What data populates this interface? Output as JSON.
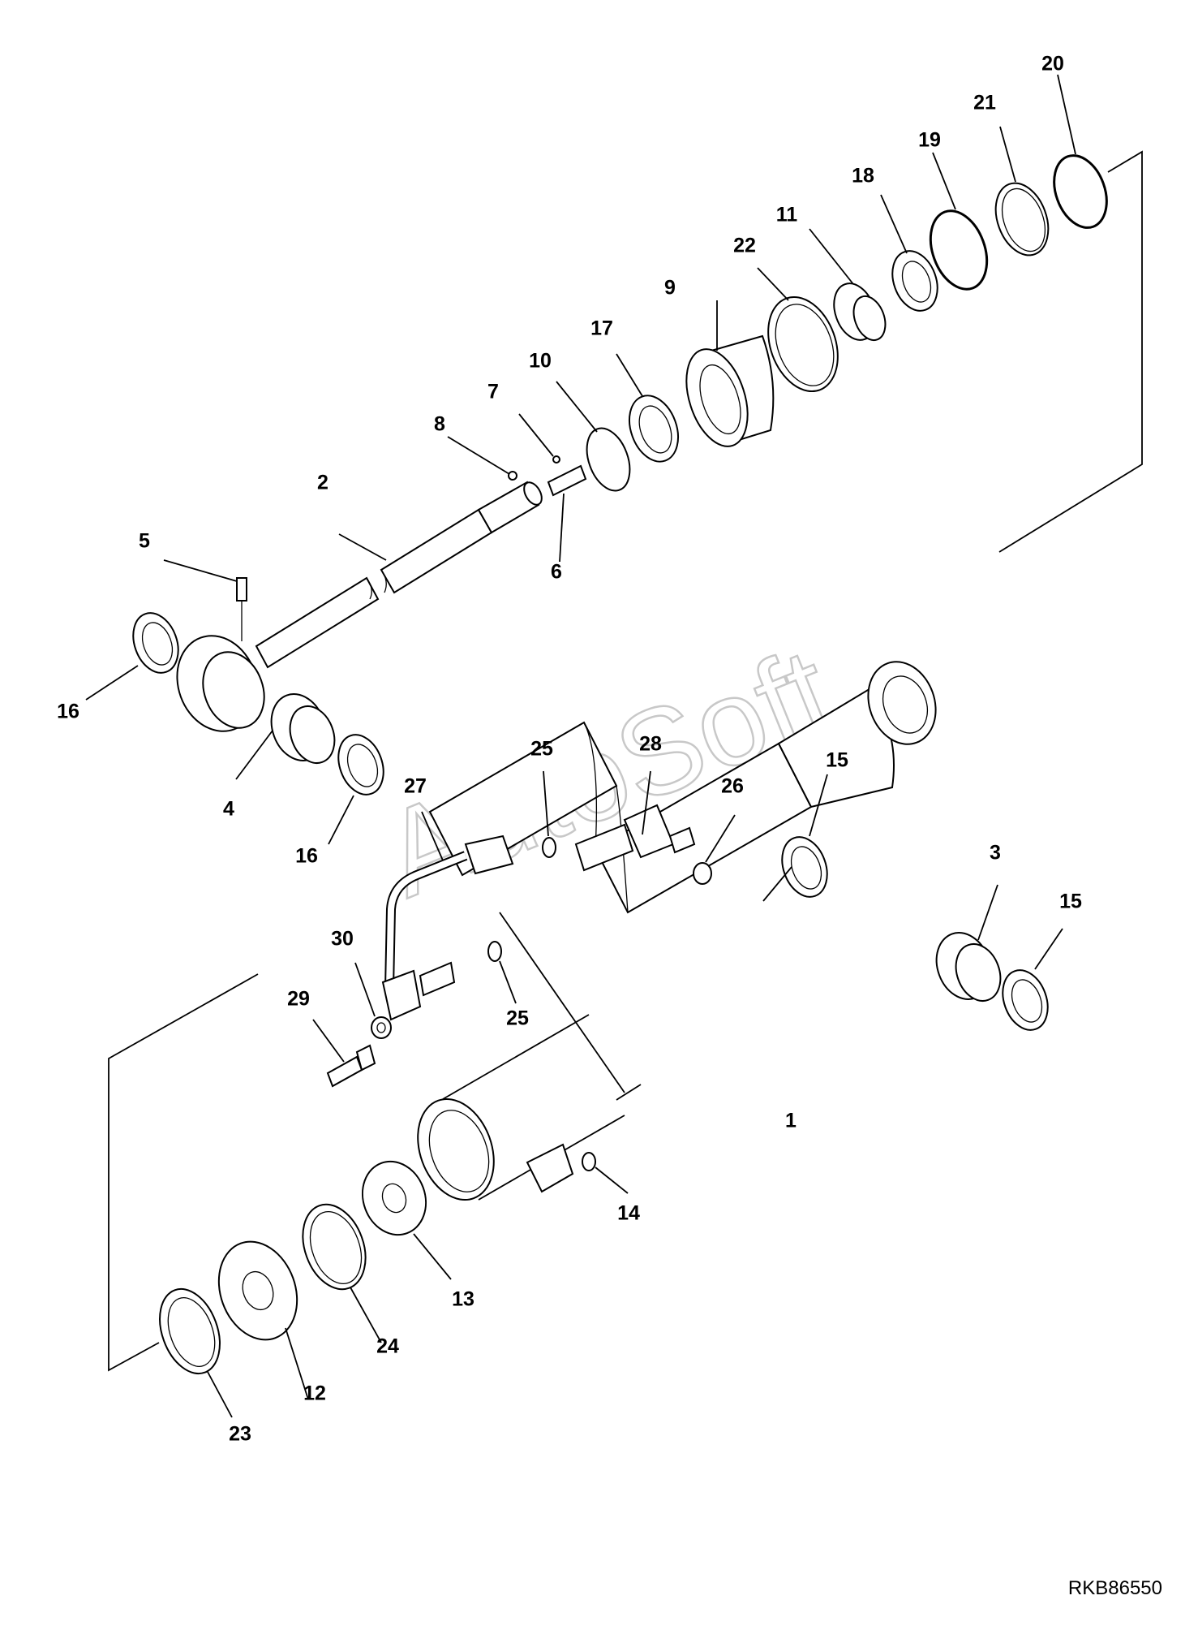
{
  "diagram": {
    "watermark": "AutoSoft",
    "drawing_number": "RKB86550",
    "part_labels": [
      "1",
      "2",
      "3",
      "4",
      "5",
      "6",
      "7",
      "8",
      "9",
      "10",
      "11",
      "12",
      "13",
      "14",
      "15",
      "15",
      "16",
      "16",
      "17",
      "18",
      "19",
      "20",
      "21",
      "22",
      "23",
      "24",
      "25",
      "25",
      "26",
      "27",
      "28",
      "29",
      "30"
    ],
    "components": [
      "cylinder-tube",
      "piston-rod",
      "bushing",
      "bushing",
      "grease-fitting",
      "spacer",
      "ball",
      "screw",
      "cylinder-head",
      "snap-ring",
      "bushing",
      "piston",
      "nut",
      "o-ring",
      "dust-seal",
      "dust-seal",
      "rod-packing",
      "buffer-ring",
      "backup-ring",
      "o-ring",
      "o-ring",
      "backup-ring",
      "piston-ring",
      "wear-ring",
      "o-ring",
      "o-ring",
      "pipe",
      "elbow",
      "bolt",
      "washer"
    ]
  }
}
